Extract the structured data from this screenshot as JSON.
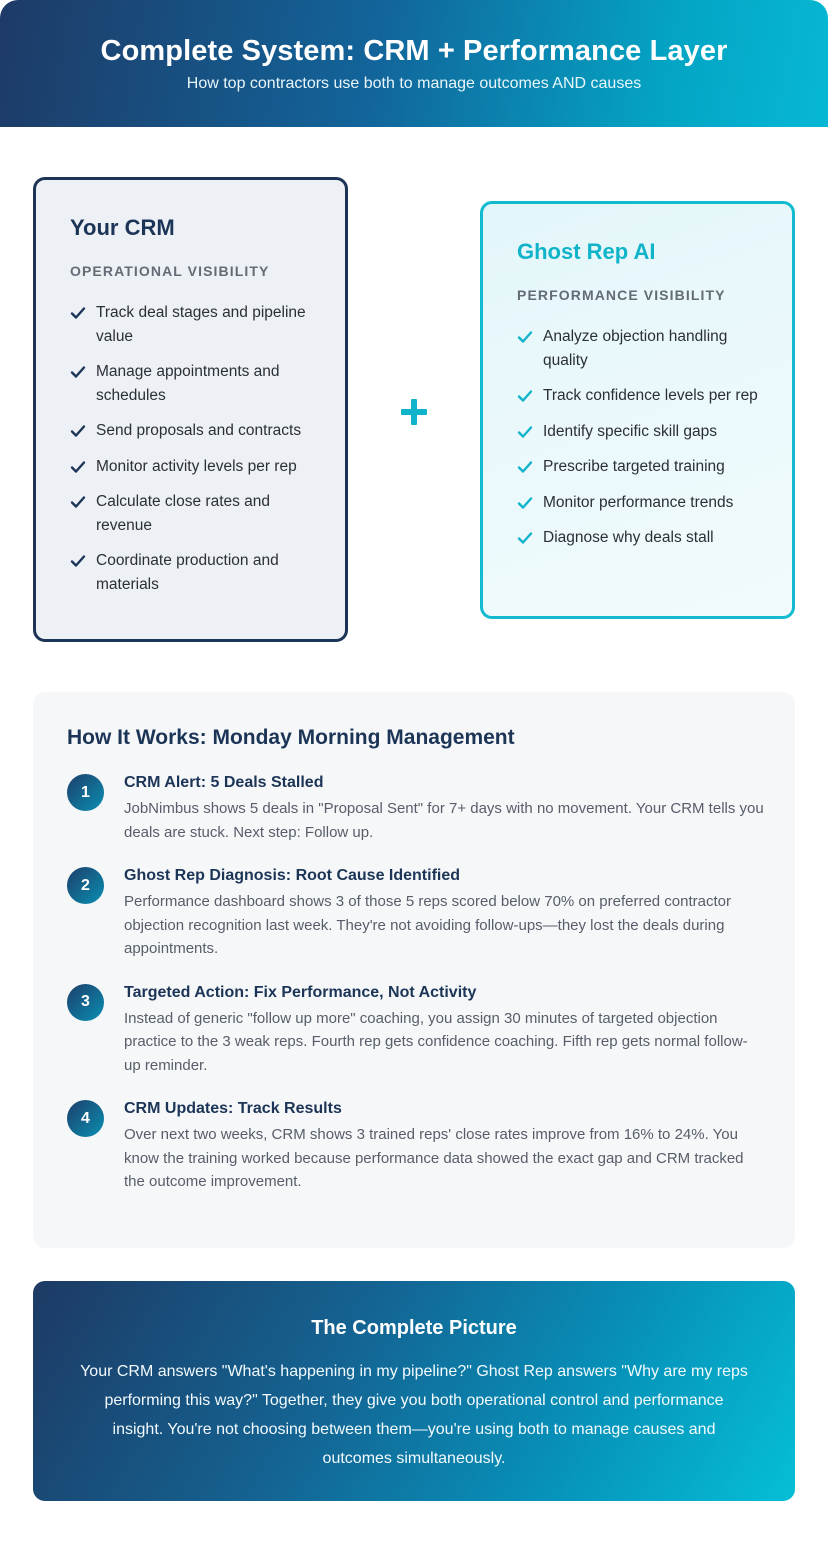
{
  "header": {
    "title": "Complete System: CRM + Performance Layer",
    "subtitle": "How top contractors use both to manage outcomes AND causes"
  },
  "crm_card": {
    "title": "Your CRM",
    "kicker": "OPERATIONAL VISIBILITY",
    "items": [
      "Track deal stages and pipeline value",
      "Manage appointments and schedules",
      "Send proposals and contracts",
      "Monitor activity levels per rep",
      "Calculate close rates and revenue",
      "Coordinate production and materials"
    ],
    "check_icon": "check-icon",
    "accent": "#1c3557"
  },
  "plus_icon": "plus-icon",
  "ghost_card": {
    "title": "Ghost Rep AI",
    "kicker": "PERFORMANCE VISIBILITY",
    "items": [
      "Analyze objection handling quality",
      "Track confidence levels per rep",
      "Identify specific skill gaps",
      "Prescribe targeted training",
      "Monitor performance trends",
      "Diagnose why deals stall"
    ],
    "check_icon": "check-icon",
    "accent": "#10b4ca"
  },
  "how_it_works": {
    "title": "How It Works: Monday Morning Management",
    "steps": [
      {
        "number": "1",
        "title": "CRM Alert: 5 Deals Stalled",
        "description": "JobNimbus shows 5 deals in \"Proposal Sent\" for 7+ days with no movement. Your CRM tells you deals are stuck. Next step: Follow up."
      },
      {
        "number": "2",
        "title": "Ghost Rep Diagnosis: Root Cause Identified",
        "description": "Performance dashboard shows 3 of those 5 reps scored below 70% on preferred contractor objection recognition last week. They're not avoiding follow-ups—they lost the deals during appointments."
      },
      {
        "number": "3",
        "title": "Targeted Action: Fix Performance, Not Activity",
        "description": "Instead of generic \"follow up more\" coaching, you assign 30 minutes of targeted objection practice to the 3 weak reps. Fourth rep gets confidence coaching. Fifth rep gets normal follow-up reminder."
      },
      {
        "number": "4",
        "title": "CRM Updates: Track Results",
        "description": "Over next two weeks, CRM shows 3 trained reps' close rates improve from 16% to 24%. You know the training worked because performance data showed the exact gap and CRM tracked the outcome improvement."
      }
    ]
  },
  "complete_picture": {
    "title": "The Complete Picture",
    "body": "Your CRM answers \"What's happening in my pipeline?\" Ghost Rep answers \"Why are my reps performing this way?\" Together, they give you both operational control and performance insight. You're not choosing between them—you're using both to manage causes and outcomes simultaneously."
  }
}
